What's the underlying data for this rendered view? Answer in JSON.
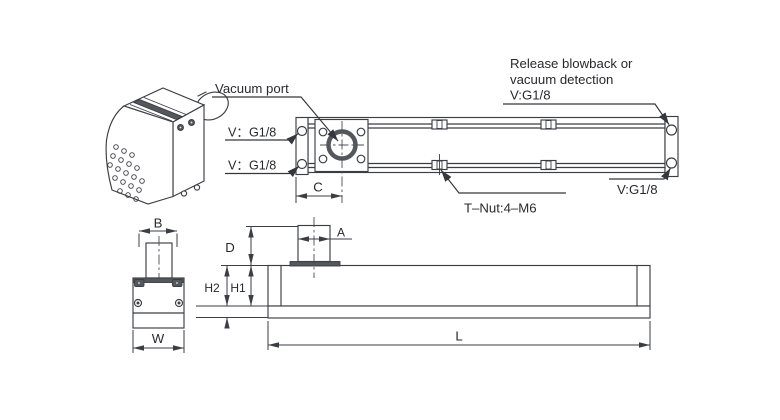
{
  "labels": {
    "vacuum_port": "Vacuum port",
    "v_g18_upper_left": "V：G1/8",
    "v_g18_lower_left": "V：G1/8",
    "release_line1": "Release blowback or",
    "release_line2": "vacuum detection",
    "release_line3": "V:G1/8",
    "v_g18_right": "V:G1/8",
    "t_nut": "T–Nut:4–M6"
  },
  "dims": {
    "C": "C",
    "B": "B",
    "W": "W",
    "D": "D",
    "H2": "H2",
    "H1": "H1",
    "A": "A",
    "L": "L"
  },
  "colors": {
    "line": "#3b3e43",
    "text": "#27292d",
    "dark_fill": "#54575c",
    "background": "#ffffff"
  }
}
